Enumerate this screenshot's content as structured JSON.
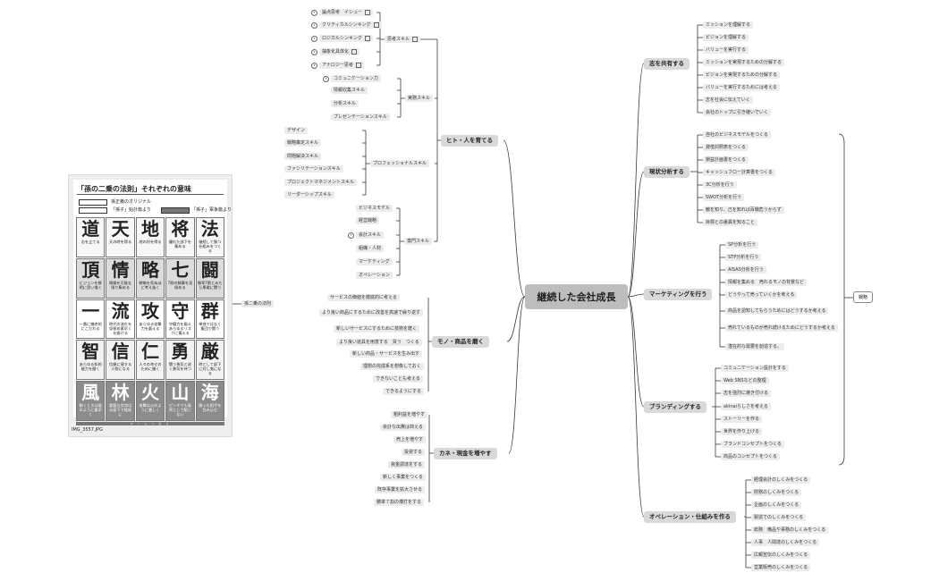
{
  "center": "継続した会社成長",
  "left_root": "孫二乗の法則",
  "card": {
    "title": "「孫の二乗の法則」それぞれの意味",
    "legend": [
      {
        "text": "孫正義のオリジナル"
      },
      {
        "text": "「孫子」始計篇より"
      },
      {
        "text": "「孫子」軍争篇より"
      }
    ],
    "cells": [
      {
        "kanji": "道",
        "desc": "志を立てる"
      },
      {
        "kanji": "天",
        "desc": "天の時を得る"
      },
      {
        "kanji": "地",
        "desc": "地の利を得る"
      },
      {
        "kanji": "将",
        "desc": "優れた部下を集める"
      },
      {
        "kanji": "法",
        "desc": "継続して勝つ仕組みをつくる"
      },
      {
        "kanji": "頂",
        "desc": "ビジョンを鮮明に思い描く"
      },
      {
        "kanji": "情",
        "desc": "情報を可能な限り集める"
      },
      {
        "kanji": "略",
        "desc": "戦略を死ぬほど考え抜く"
      },
      {
        "kanji": "七",
        "desc": "7割の勝算を見極める"
      },
      {
        "kanji": "闘",
        "desc": "勝率7割とみたら果敢に闘う"
      },
      {
        "kanji": "一",
        "desc": "一番に徹底的にこだわる"
      },
      {
        "kanji": "流",
        "desc": "時代の流れを見極め素早く仕掛ける"
      },
      {
        "kanji": "攻",
        "desc": "あらゆる攻撃力を鍛える"
      },
      {
        "kanji": "守",
        "desc": "守備力を鍛えあらゆるリスクに備える"
      },
      {
        "kanji": "群",
        "desc": "単独ではなく集団で闘う"
      },
      {
        "kanji": "智",
        "desc": "あらゆる知的能力を磨く"
      },
      {
        "kanji": "信",
        "desc": "信頼に値する人物になる"
      },
      {
        "kanji": "仁",
        "desc": "人々の幸せのために働く"
      },
      {
        "kanji": "勇",
        "desc": "闘う勇気と退く勇気を持つ"
      },
      {
        "kanji": "厳",
        "desc": "時として部下に対し鬼になる"
      },
      {
        "kanji": "風",
        "desc": "動くときは風のように素早く"
      },
      {
        "kanji": "林",
        "desc": "重要な交渉は水面下で極秘に"
      },
      {
        "kanji": "火",
        "desc": "攻撃は火のように激しく"
      },
      {
        "kanji": "山",
        "desc": "ピンチでも泰然として動じない"
      },
      {
        "kanji": "海",
        "desc": "勝った相手を包み込む"
      }
    ],
    "footer": "ホ ー ム へ 戻 る",
    "caption": "IMG_3557.JPG"
  },
  "left": {
    "people": {
      "label": "ヒト・人を育てる",
      "think": {
        "label": "思考スキル",
        "items": [
          "論点思考　イシュー",
          "クリティカルシンキング",
          "ロジカルシンキング",
          "抽象化具体化",
          "アナロジー思考"
        ]
      },
      "practice": {
        "label": "実務スキル",
        "items": [
          "コミュニケーション力",
          "情報収集スキル",
          "分析スキル",
          "プレゼンテーションスキル"
        ]
      },
      "professional": {
        "label": "プロフェッショナルスキル",
        "items": [
          "デザイン",
          "戦略策定スキル",
          "問題解決スキル",
          "ファシリテーションスキル",
          "プロジェクトマネジメントスキル",
          "リーダーシップスキル"
        ]
      },
      "specialist": {
        "label": "専門スキル",
        "items": [
          "ビジネスモデル",
          "経営戦略",
          "会計スキル",
          "組織・人材",
          "マーケティング",
          "オペレーション"
        ]
      }
    },
    "goods": {
      "label": "モノ・商品を磨く",
      "items": [
        "サービスの価値を徹底的に考える",
        "より良い商品にするために改善を高速で繰り返す",
        "新しいサービスにするために技術を磨く",
        "より良い道具を用意する　買う　つくる",
        "新しい商品・サービスを生み出す",
        "理想の完成系を想像しておく",
        "できないことも考える",
        "できるようにする"
      ]
    },
    "money": {
      "label": "カネ・現金を増やす",
      "items": [
        "粗利益を増やす",
        "余計な出費は抑える",
        "売上を増やす",
        "投資する",
        "資金調達をする",
        "新しく事業をつくる",
        "既存事業を拡大させる",
        "勝率７割の博打をする"
      ]
    }
  },
  "right": {
    "share": {
      "label": "志を共有する",
      "items": [
        "ミッションを理解する",
        "ビジョンを理解する",
        "バリューを実行する",
        "ミッションを実現するための分解する",
        "ビジョンを実現するための分解する",
        "バリューを実行するためには考える",
        "志を社会に伝えていく",
        "会社のトップに引き継いでいく"
      ]
    },
    "analysis": {
      "label": "現状分析する",
      "items": [
        "自社のビジネスモデルをつくる",
        "貸借対照表をつくる",
        "損益計画書をつくる",
        "キャッシュフロー計算書をつくる",
        "3C分析を行う",
        "SWOT分析を行う",
        "敵を知り、己を知れば百戦危うからず",
        "目標との差異を知ること"
      ]
    },
    "marketing": {
      "label": "マーケティングを行う",
      "items": [
        "SP分析を行う",
        "STP分析を行う",
        "AISAS分析を行う",
        "情報を集める　売れるモノの背景など",
        "どうやって売っていくかを考える",
        "商品を認知してもらうためにはどうするか考える",
        "売れているものが売れ続けるためにどうするか考える",
        "潜在的な需要を創造する。"
      ]
    },
    "branding": {
      "label": "ブランディングする",
      "items": [
        "コミュニケーション設計をする",
        "Web SNSなどの整理",
        "志を強烈に焼き付ける",
        "akinaiらしさを考える",
        "ストーリーを作る",
        "世界を作り上げる",
        "ブランドコンセプトをつくる",
        "商品のコンセプトをつくる"
      ]
    },
    "operations": {
      "label": "オペレーション・仕組みを作る",
      "items": [
        "経理会計のしくみをつくる",
        "財務のしくみをつくる",
        "企画のしくみをつくる",
        "製造でのしくみをつくる",
        "総務　備品や事務のしくみをつくる",
        "人事　人間達のしくみをつくる",
        "広報宣伝のしくみをつくる",
        "営業販売のしくみをつくる"
      ]
    },
    "strategy_note": "戦略"
  },
  "colors": {
    "line": "#3a3a3a",
    "node": "#ececec",
    "mid": "#d9d9d9",
    "center": "#bdbdbd"
  }
}
